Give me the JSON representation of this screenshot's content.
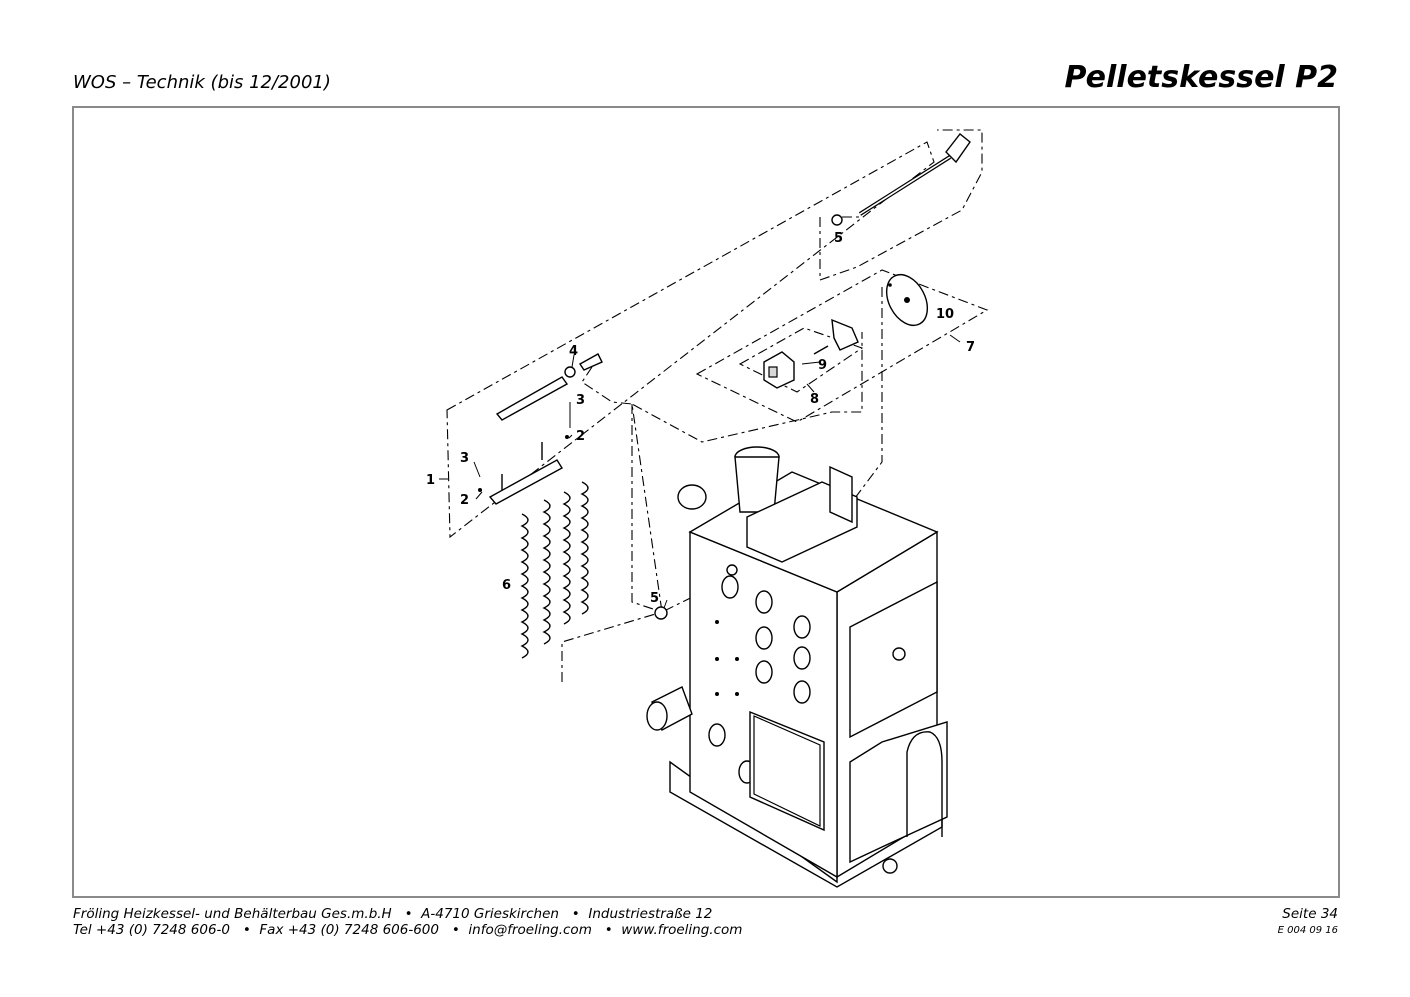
{
  "header": {
    "subtitle": "WOS – Technik (bis 12/2001)",
    "title": "Pelletskessel P2"
  },
  "diagram": {
    "labels": [
      {
        "id": "1",
        "text": "1"
      },
      {
        "id": "2a",
        "text": "2"
      },
      {
        "id": "2b",
        "text": "2"
      },
      {
        "id": "3a",
        "text": "3"
      },
      {
        "id": "3b",
        "text": "3"
      },
      {
        "id": "4",
        "text": "4"
      },
      {
        "id": "5a",
        "text": "5"
      },
      {
        "id": "5b",
        "text": "5"
      },
      {
        "id": "6",
        "text": "6"
      },
      {
        "id": "7",
        "text": "7"
      },
      {
        "id": "8",
        "text": "8"
      },
      {
        "id": "9",
        "text": "9"
      },
      {
        "id": "10",
        "text": "10"
      }
    ]
  },
  "footer": {
    "line1": "Fröling Heizkessel- und Behälterbau Ges.m.b.H   •  A-4710 Grieskirchen   •  Industriestraße 12",
    "line2": "Tel +43 (0) 7248 606-0   •  Fax +43 (0) 7248 606-600   •  info@froeling.com   •  www.froeling.com",
    "page": "Seite 34",
    "code": "E 004 09 16"
  }
}
